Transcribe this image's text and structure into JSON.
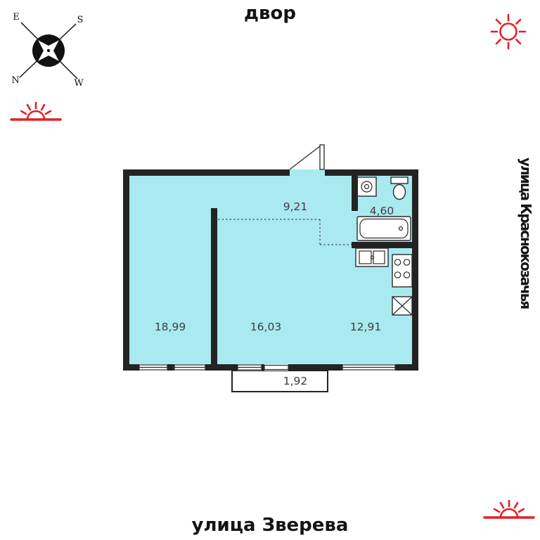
{
  "street_labels": {
    "top": "двор",
    "right": "улица Краснокозачья",
    "bottom": "улица Зверева"
  },
  "compass": {
    "east": "E",
    "south": "S",
    "north": "N",
    "west": "W"
  },
  "floorplan": {
    "rooms": [
      {
        "id": "living-room",
        "area": "18,99"
      },
      {
        "id": "bedroom",
        "area": "16,03"
      },
      {
        "id": "kitchen",
        "area": "12,91"
      },
      {
        "id": "hallway",
        "area": "9,21"
      },
      {
        "id": "bathroom",
        "area": "4,60"
      },
      {
        "id": "balcony",
        "area": "1,92"
      }
    ]
  },
  "colors": {
    "room_fill": "#a9eaf0",
    "wall": "#232323",
    "accent_red": "#e31e24",
    "label_text": "#3d3d3d",
    "street_text": "#141414"
  }
}
